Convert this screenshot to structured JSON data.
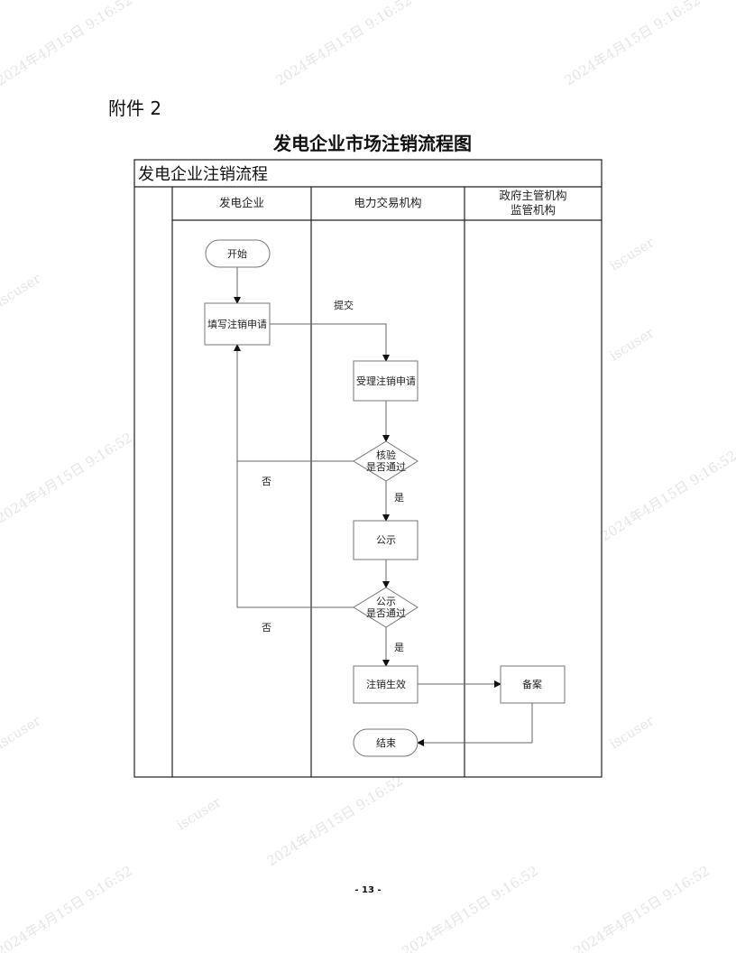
{
  "attachment_label": "附件 2",
  "doc_title": "发电企业市场注销流程图",
  "page_number": "- 13 -",
  "watermark": {
    "date": "2024年4月15日 9:16:52",
    "user": "iscuser"
  },
  "flowchart": {
    "title": "发电企业注销流程",
    "lanes": [
      {
        "label": "发电企业"
      },
      {
        "label": "电力交易机构"
      },
      {
        "label_line1": "政府主管机构",
        "label_line2": "监管机构"
      }
    ],
    "nodes": {
      "start": "开始",
      "fill_application": "填写注销申请",
      "accept_application": "受理注销申请",
      "verify_line1": "核验",
      "verify_line2": "是否通过",
      "publicize": "公示",
      "publicize_check_line1": "公示",
      "publicize_check_line2": "是否通过",
      "deregistration_effective": "注销生效",
      "filing": "备案",
      "end": "结束"
    },
    "edge_labels": {
      "submit": "提交",
      "no1": "否",
      "yes1": "是",
      "no2": "否",
      "yes2": "是"
    }
  }
}
